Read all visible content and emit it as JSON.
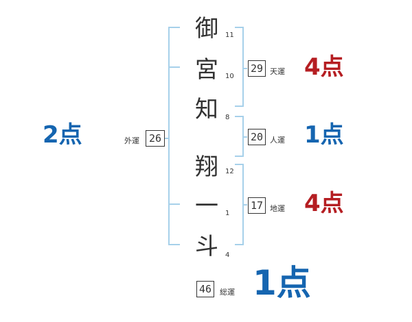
{
  "chars": [
    {
      "char": "御",
      "strokes": "11"
    },
    {
      "char": "宮",
      "strokes": "10"
    },
    {
      "char": "知",
      "strokes": "8"
    },
    {
      "char": "翔",
      "strokes": "12"
    },
    {
      "char": "一",
      "strokes": "1"
    },
    {
      "char": "斗",
      "strokes": "4"
    }
  ],
  "gaiun": {
    "label": "外運",
    "value": "26",
    "score": "2点"
  },
  "tenun": {
    "label": "天運",
    "value": "29",
    "score": "4点"
  },
  "jinun": {
    "label": "人運",
    "value": "20",
    "score": "1点"
  },
  "chiun": {
    "label": "地運",
    "value": "17",
    "score": "4点"
  },
  "souun": {
    "label": "総運",
    "value": "46",
    "score": "1点"
  },
  "colors": {
    "bracket": "#a6d0ea",
    "good": "#b51e22",
    "weak": "#1565b0",
    "text": "#333333"
  }
}
